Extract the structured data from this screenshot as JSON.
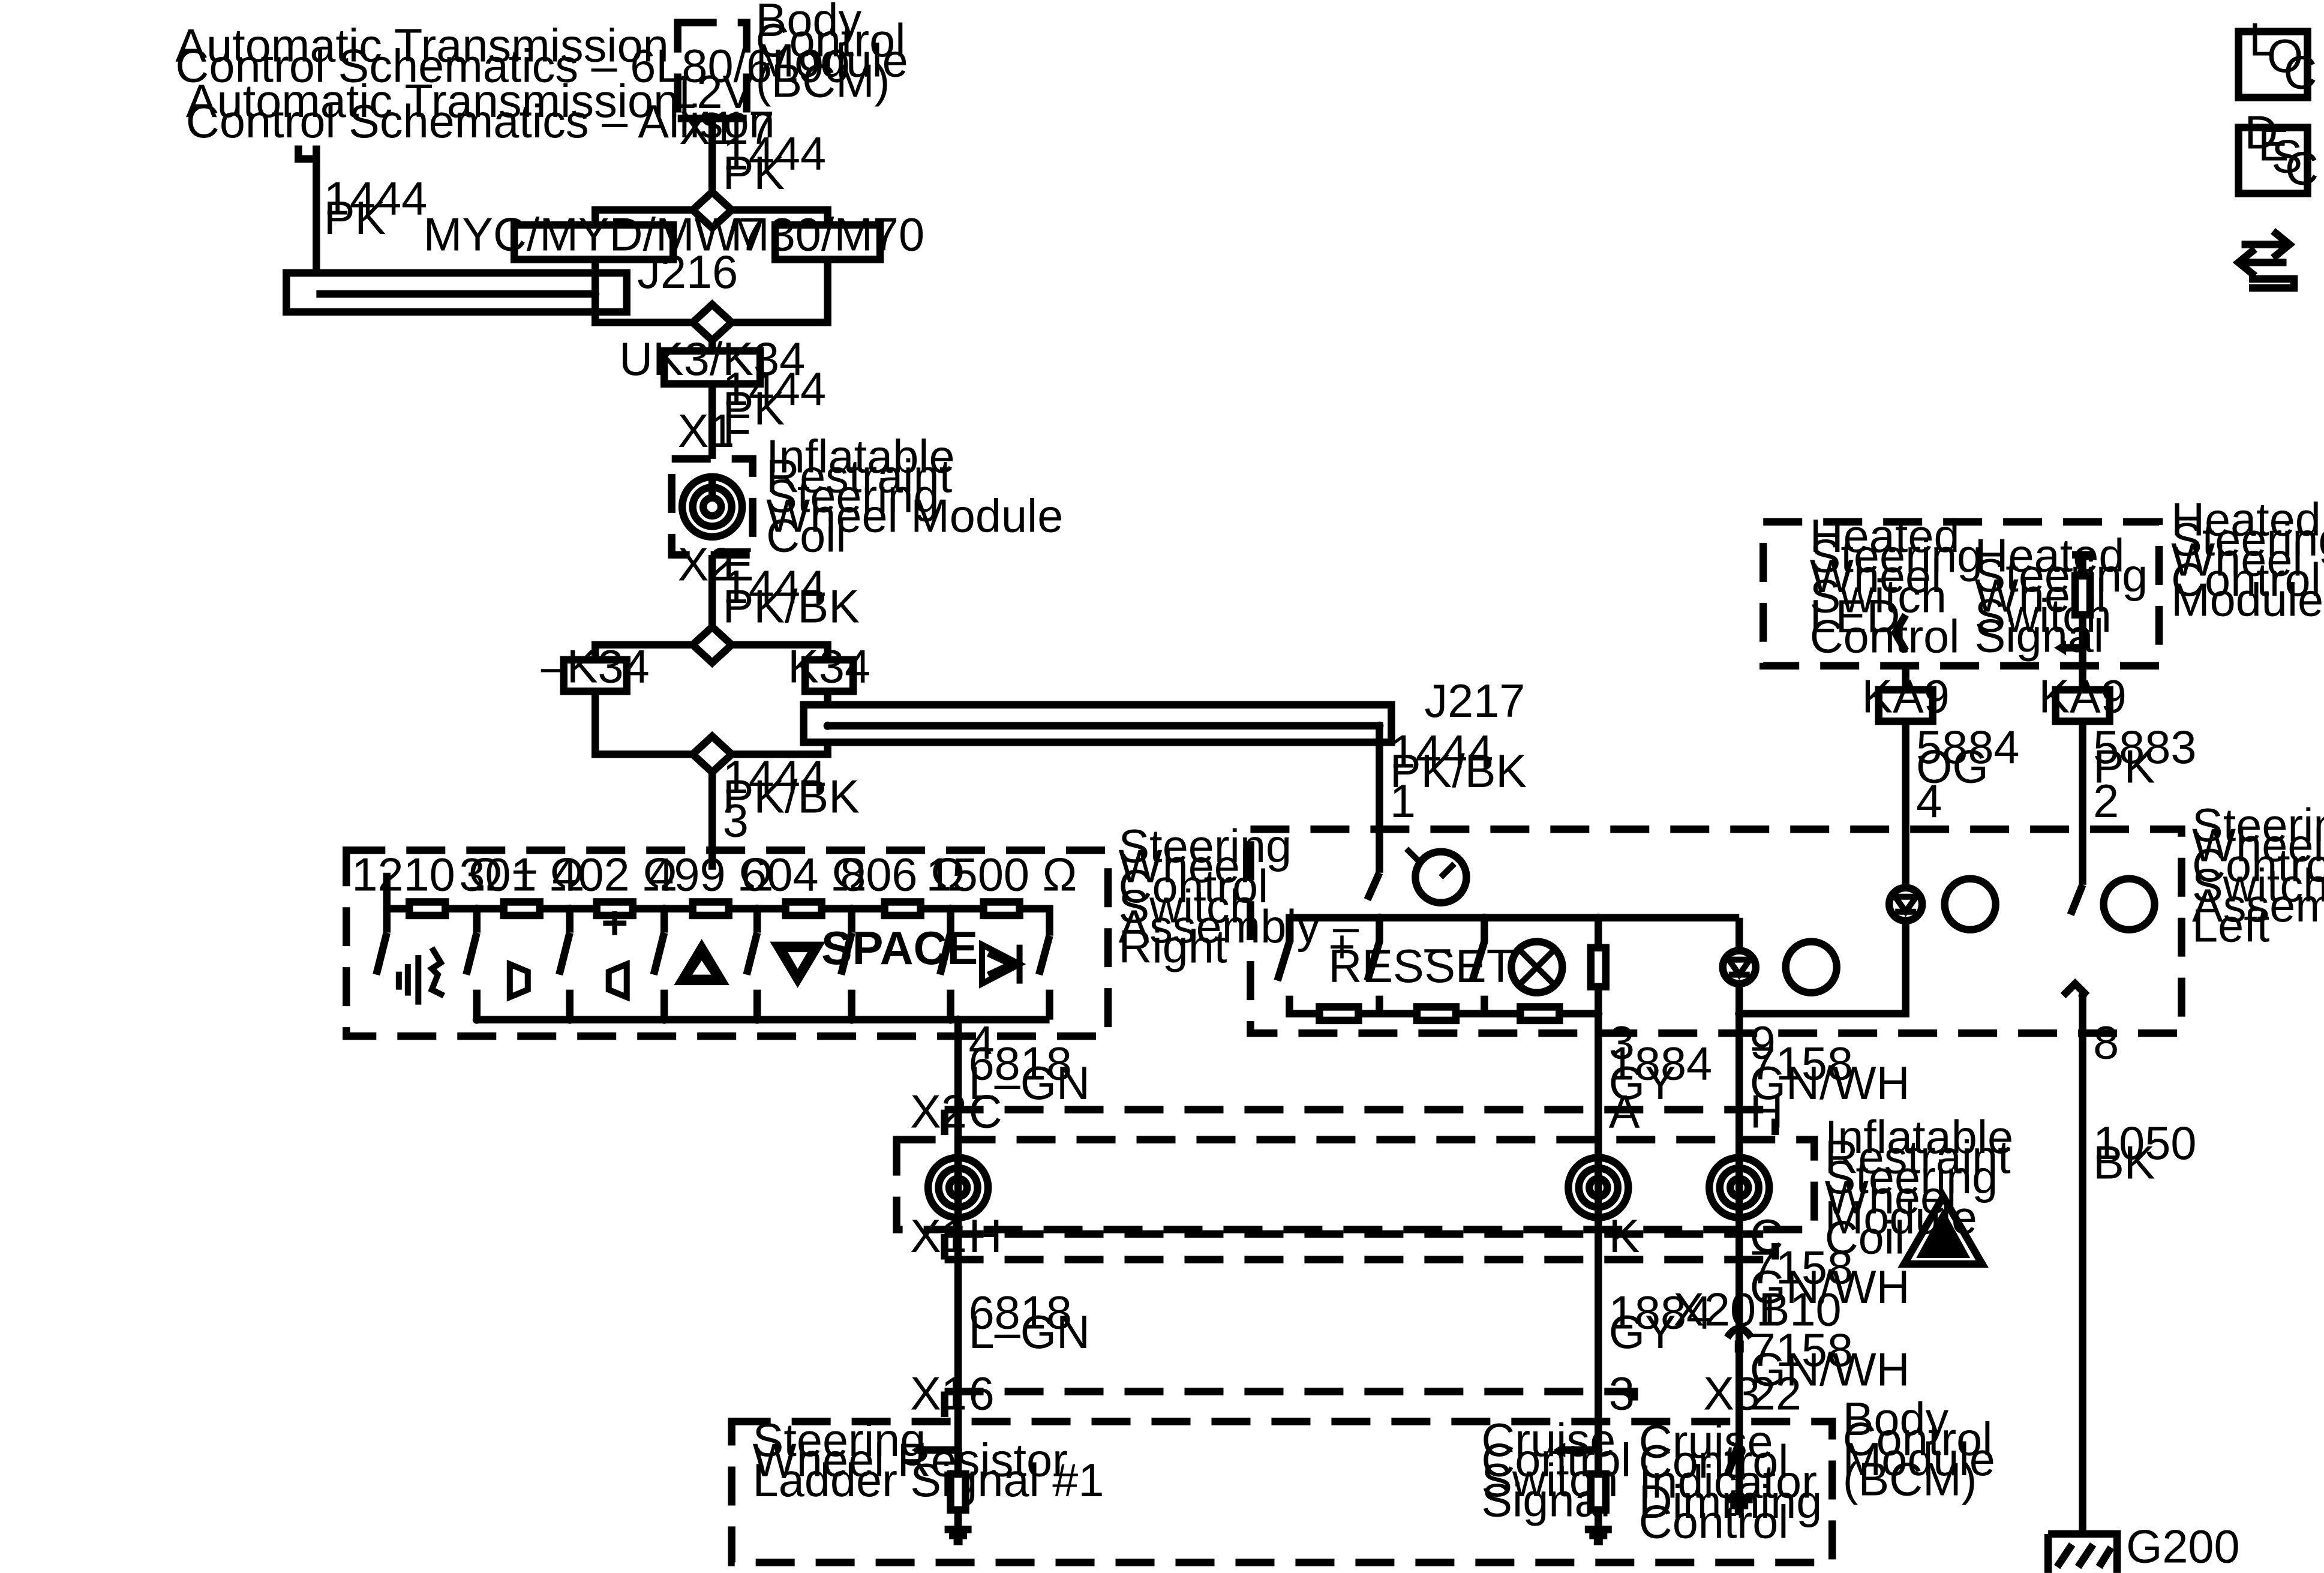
{
  "top": {
    "trans_ref1": [
      "Automatic Transmission",
      "Control Schematics – 6L80/6L90"
    ],
    "trans_ref2": [
      "Automatic Transmission",
      "Control Schematics – Allison"
    ],
    "bcm_label": [
      "Body",
      "Control",
      "Module",
      "(BCM)"
    ],
    "bcm_voltage": "12V",
    "bcm_conn": "X1",
    "bcm_pin": "17",
    "wire_1444": "1444",
    "wire_pk": "PK",
    "wire_pkbk": "PK/BK",
    "opt_myc": "MYC/MYD/MW7",
    "opt_m30": "M30/M70",
    "splice_j216": "J216",
    "opt_uk3": "UK3/K34",
    "coil_conn_top": "X1",
    "coil_pin_top": "F",
    "coil_label": [
      "Inflatable",
      "Restraint",
      "Steering",
      "Wheel Module",
      "Coil"
    ],
    "coil_conn_bot": "X2",
    "coil_pin_bot": "E",
    "opt_nk34": "–K34",
    "opt_k34": "K34",
    "splice_j217": "J217",
    "pin_3": "3",
    "pin_1": "1"
  },
  "right_switch": {
    "label": [
      "Steering",
      "Wheel",
      "Control",
      "Switch",
      "Assembly –",
      "Right"
    ],
    "resistors": [
      "1210 Ω",
      "301 Ω",
      "402 Ω",
      "499 Ω",
      "604 Ω",
      "806 Ω",
      "1500 Ω"
    ],
    "space_label": "SPACE",
    "out_pin": "4",
    "out_wire": "6818",
    "out_color": "L–GN"
  },
  "left_switch": {
    "label": [
      "Steering",
      "Wheel",
      "Controls",
      "Switch",
      "Assembly –",
      "Left"
    ],
    "res_label": [
      "+",
      "RES"
    ],
    "set_label": [
      "–",
      "SET"
    ],
    "pin_3": "3",
    "wire_1884": "1884",
    "color_gy": "GY",
    "pin_9": "9",
    "wire_7158": "7158",
    "color_gnwh": "GN/WH",
    "pin_4": "4",
    "wire_5884": "5884",
    "color_og": "OG",
    "pin_2": "2",
    "wire_5883": "5883",
    "color_pk": "PK",
    "pin_8": "8",
    "wire_1050": "1050",
    "color_bk": "BK"
  },
  "heated_module": {
    "label": [
      "Heated",
      "Steering",
      "Wheel",
      "Control",
      "Module"
    ],
    "led_label": [
      "Heated",
      "Steering",
      "Wheel",
      "Switch",
      "LED",
      "Control"
    ],
    "sig_label": [
      "Heated",
      "Steering",
      "Wheel",
      "Switch",
      "Signal"
    ],
    "opt_ka9": "KA9"
  },
  "coil2": {
    "label": [
      "Inflatable",
      "Restraint",
      "Steering",
      "Wheel",
      "Module",
      "Coil"
    ],
    "x2": "X2",
    "x1": "X1",
    "pin_c_top": "C",
    "pin_a": "A",
    "pin_h_top": "H",
    "pin_h_bot": "H",
    "pin_k": "K",
    "pin_c_bot": "C"
  },
  "bottom": {
    "wire_6818": "6818",
    "color_lgn": "L–GN",
    "wire_1884": "1884",
    "color_gy": "GY",
    "wire_7158": "7158",
    "color_gnwh": "GN/WH",
    "x201": "X201",
    "b10": "B10",
    "bcm_x1": "X1",
    "bcm_pin6": "6",
    "bcm_pin3": "3",
    "bcm_x3": "X3",
    "bcm_pin22": "22",
    "bcm_label": [
      "Body",
      "Control",
      "Module",
      "(BCM)"
    ],
    "sig_ladder": [
      "Steering",
      "Wheel Resistor",
      "Ladder Signal #1"
    ],
    "sig_cruise": [
      "Cruise",
      "Control",
      "Switch",
      "Signal"
    ],
    "sig_dimming": [
      "Cruise",
      "Control",
      "Indicator",
      "Dimming",
      "Control"
    ],
    "ground": "G200"
  },
  "legend": {
    "loc": [
      "L",
      "O",
      "C"
    ],
    "desc": [
      "D",
      "E",
      "S",
      "C"
    ]
  },
  "icons": [
    "voice-icon",
    "volume-down-icon",
    "volume-up-icon",
    "up-arrow-icon",
    "down-arrow-icon",
    "next-track-icon",
    "cruise-gauge-icon",
    "cancel-x-icon",
    "heated-wheel-icon",
    "warning-airbag-icon",
    "transfer-icon"
  ]
}
